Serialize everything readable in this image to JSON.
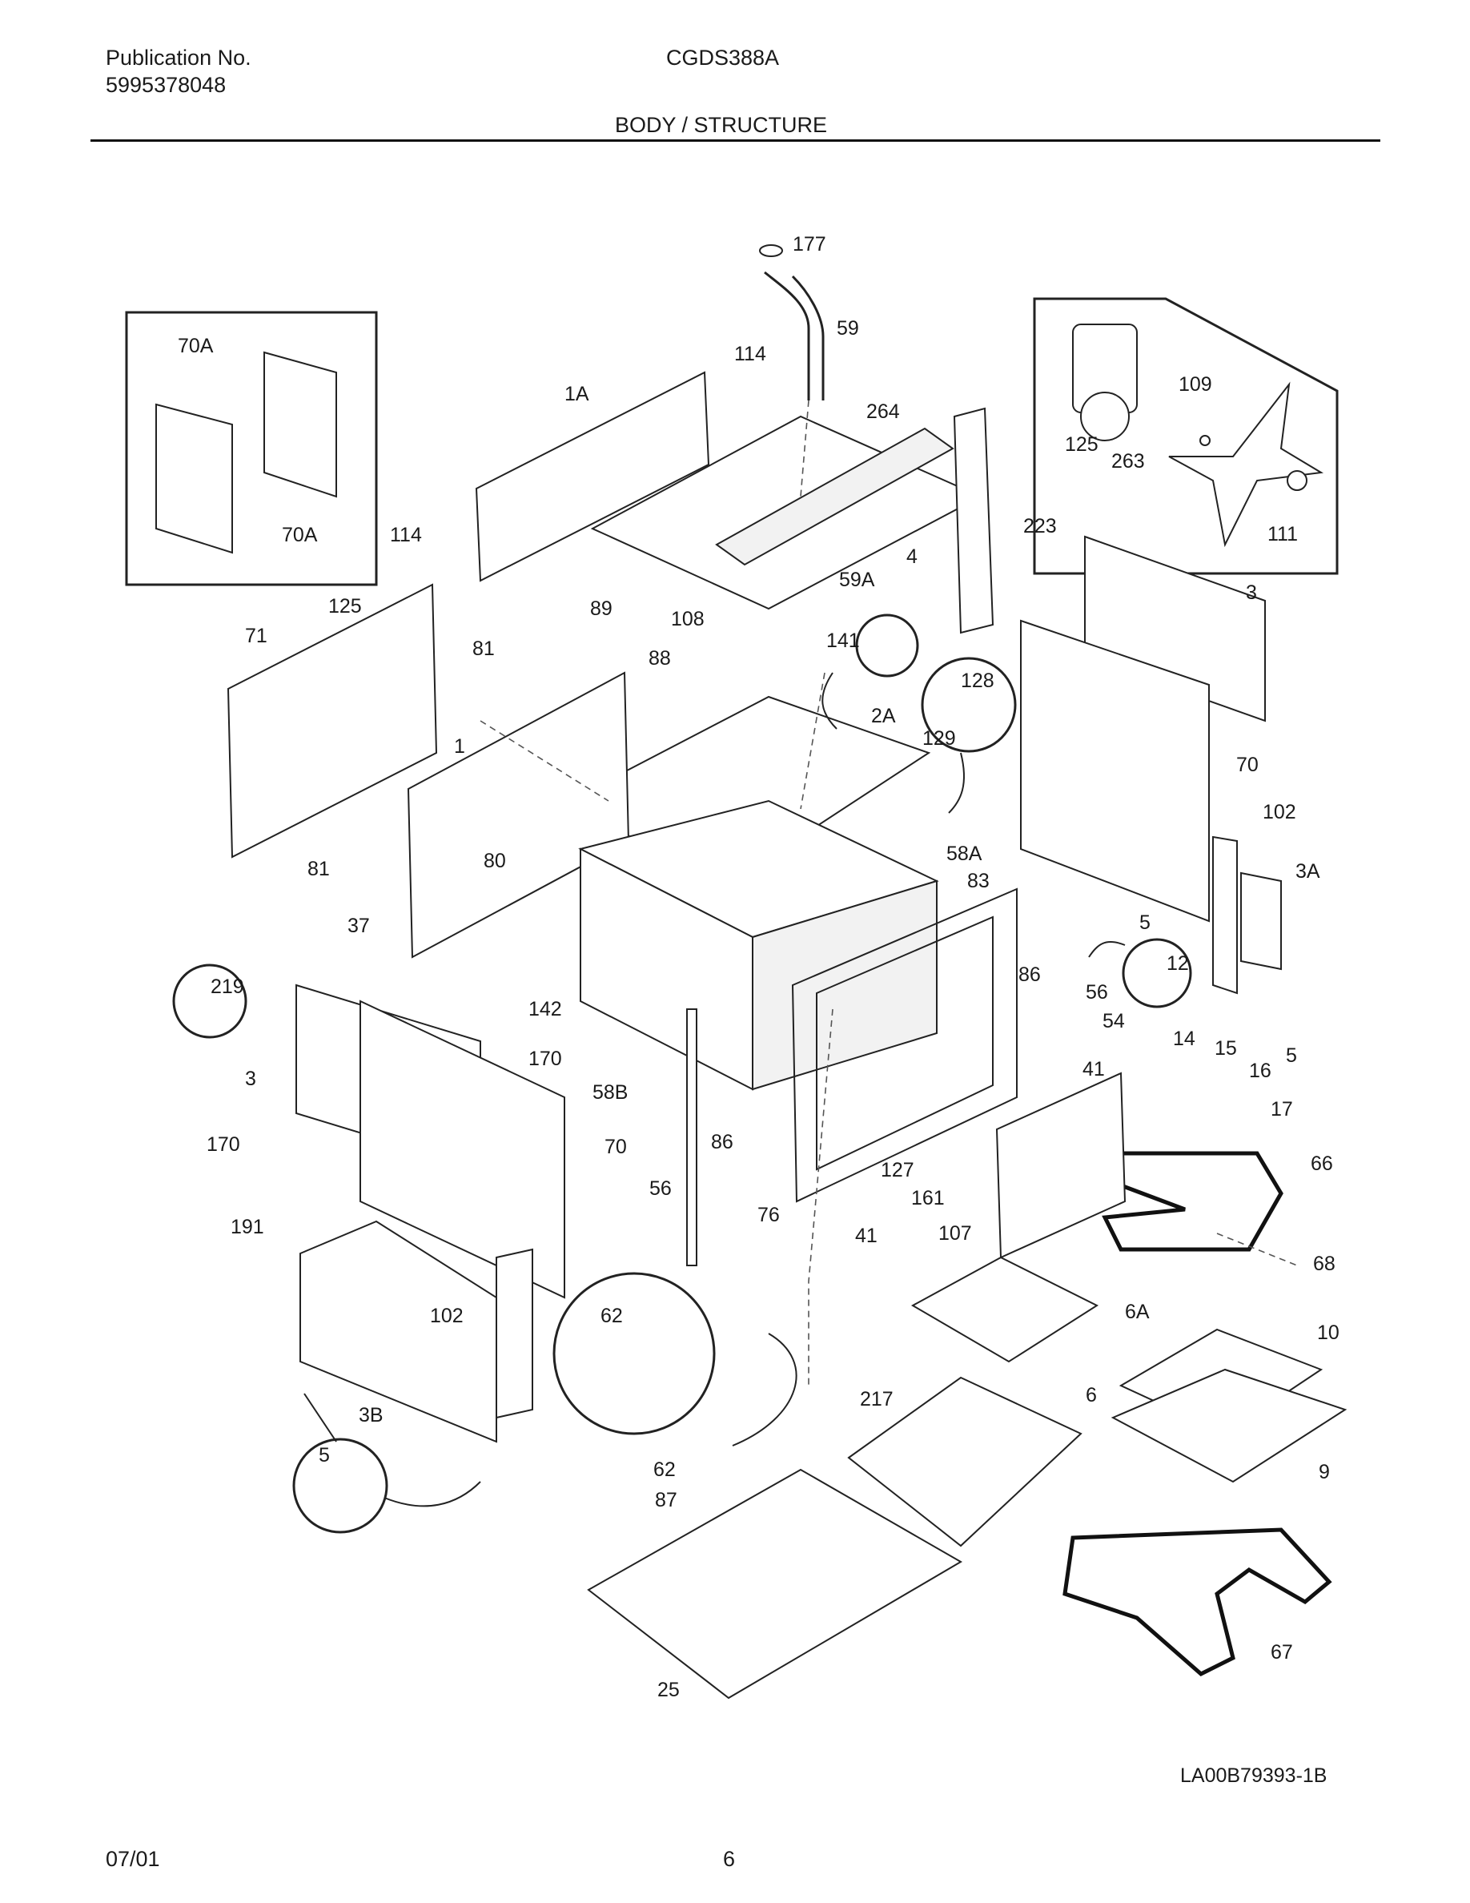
{
  "header": {
    "publication_label": "Publication No.",
    "publication_number": "5995378048",
    "model": "CGDS388A",
    "section_title": "BODY / STRUCTURE"
  },
  "callouts": [
    "177",
    "59",
    "114",
    "1A",
    "264",
    "70A",
    "70A",
    "114",
    "223",
    "4",
    "109",
    "125",
    "263",
    "111",
    "125",
    "71",
    "89",
    "108",
    "59A",
    "141",
    "3",
    "81",
    "88",
    "128",
    "2A",
    "129",
    "1",
    "70",
    "102",
    "81",
    "80",
    "58A",
    "83",
    "3A",
    "37",
    "5",
    "219",
    "86",
    "12",
    "56",
    "142",
    "54",
    "14",
    "15",
    "16",
    "170",
    "3",
    "58B",
    "41",
    "5",
    "17",
    "70",
    "170",
    "86",
    "66",
    "56",
    "127",
    "161",
    "191",
    "76",
    "41",
    "107",
    "68",
    "62",
    "102",
    "6A",
    "10",
    "217",
    "3B",
    "6",
    "5",
    "62",
    "9",
    "87",
    "67",
    "25"
  ],
  "diagram_id": "LA00B79393-1B",
  "footer": {
    "date": "07/01",
    "page": "6"
  }
}
